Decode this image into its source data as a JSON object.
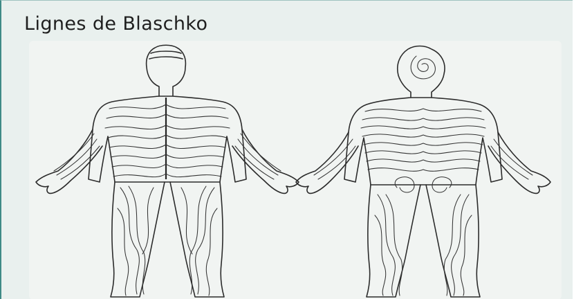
{
  "slide": {
    "title": "Lignes de Blaschko"
  },
  "figure": {
    "views": [
      "front",
      "back"
    ],
    "line_color": "#2b2b2b",
    "background_color": "#e9f0ee",
    "accent_border_color": "#3f8a86"
  }
}
